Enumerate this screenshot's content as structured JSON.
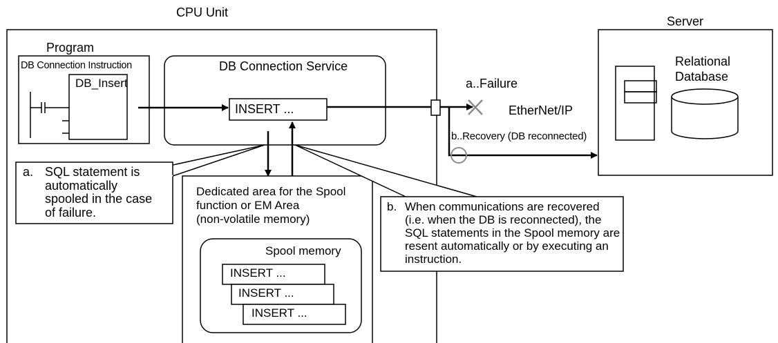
{
  "labels": {
    "cpu_unit": "CPU Unit",
    "server": "Server",
    "program": "Program",
    "db_connection_instruction": "DB Connection Instruction",
    "db_insert": "DB_Insert",
    "db_connection_service": "DB Connection Service",
    "insert_statement": "INSERT ...",
    "failure": "a..Failure",
    "ethernet_ip": "EtherNet/IP",
    "recovery": "b..Recovery (DB reconnected)",
    "relational_database": [
      "Relational",
      "Database"
    ],
    "dedicated_area": [
      "Dedicated area for the Spool",
      "function or EM Area",
      "(non-volatile memory)"
    ],
    "spool_memory": "Spool memory",
    "spool_entries": [
      "INSERT ...",
      "INSERT ...",
      "INSERT ..."
    ]
  },
  "callouts": {
    "a": {
      "marker": "a.",
      "lines": [
        "SQL statement is",
        "automatically",
        "spooled in the case",
        "of failure."
      ]
    },
    "b": {
      "marker": "b.",
      "lines": [
        "When communications are recovered",
        "(i.e. when the DB is reconnected), the",
        "SQL statements in the Spool memory are",
        "resent automatically or by executing an",
        "instruction."
      ]
    }
  },
  "colors": {
    "line": "#000000",
    "failure_mark": "#8c8c8c",
    "recovery_circle": "#8c8c8c"
  }
}
